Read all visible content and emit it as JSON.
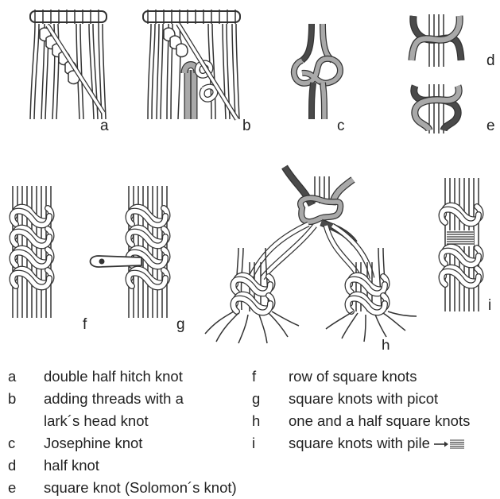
{
  "figure_labels": {
    "a": "a",
    "b": "b",
    "c": "c",
    "d": "d",
    "e": "e",
    "f": "f",
    "g": "g",
    "h": "h",
    "i": "i"
  },
  "legend": {
    "left": [
      {
        "key": "a",
        "text": "double half hitch knot"
      },
      {
        "key": "b",
        "text": "adding threads with a"
      },
      {
        "key": "",
        "text": "lark´s head knot"
      },
      {
        "key": "c",
        "text": "Josephine knot"
      },
      {
        "key": "d",
        "text": "half knot"
      },
      {
        "key": "e",
        "text": "square knot (Solomon´s knot)"
      }
    ],
    "right": [
      {
        "key": "f",
        "text": "row of square knots"
      },
      {
        "key": "g",
        "text": "square knots with picot"
      },
      {
        "key": "h",
        "text": "one and a half square knots"
      },
      {
        "key": "i",
        "text": "square knots with pile"
      }
    ]
  },
  "colors": {
    "cord_fill": "#ffffff",
    "cord_outline": "#333333",
    "cord_gray": "#a9a9a9",
    "cord_dark": "#4a4a4a"
  },
  "icons": {
    "pile_icon": "arrow-to-striped-box-icon"
  }
}
